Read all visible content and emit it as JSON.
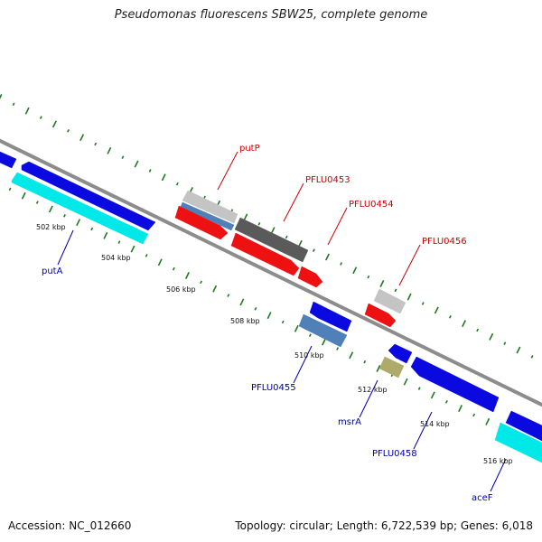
{
  "title": "Pseudomonas fluorescens SBW25, complete genome",
  "footer": {
    "accession": "Accession: NC_012660",
    "summary": "Topology: circular; Length: 6,722,539 bp; Genes: 6,018"
  },
  "colors": {
    "backbone": "#8c8c8c",
    "ticks": "#1e7a1e",
    "label_red": "#cc0000",
    "label_blue": "#0000aa"
  },
  "tick_labels": [
    "502 kbp",
    "504 kbp",
    "506 kbp",
    "508 kbp",
    "510 kbp",
    "512 kbp",
    "514 kbp",
    "516 kbp"
  ],
  "gene_labels": {
    "putP": "putP",
    "pflu0453": "PFLU0453",
    "pflu0454": "PFLU0454",
    "pflu0456": "PFLU0456",
    "putA": "putA",
    "pflu0455": "PFLU0455",
    "msrA": "msrA",
    "pflu0458": "PFLU0458",
    "aceF": "aceF"
  },
  "feature_colors": {
    "blue": "#0a0ae0",
    "cyan": "#00e8e8",
    "red": "#ee1111",
    "grey": "#c4c4c4",
    "darkgrey": "#5a5a5a",
    "steelblue": "#4f80b8",
    "khaki": "#aeaa6a"
  }
}
